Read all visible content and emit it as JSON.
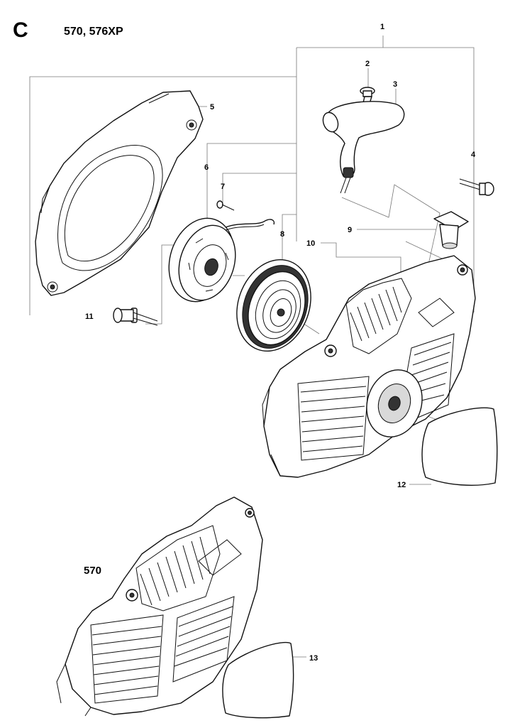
{
  "header": {
    "section": "C",
    "models": "570, 576XP"
  },
  "variant_label": "570",
  "callouts": [
    "1",
    "2",
    "3",
    "4",
    "5",
    "6",
    "7",
    "8",
    "9",
    "10",
    "11",
    "12",
    "13"
  ]
}
